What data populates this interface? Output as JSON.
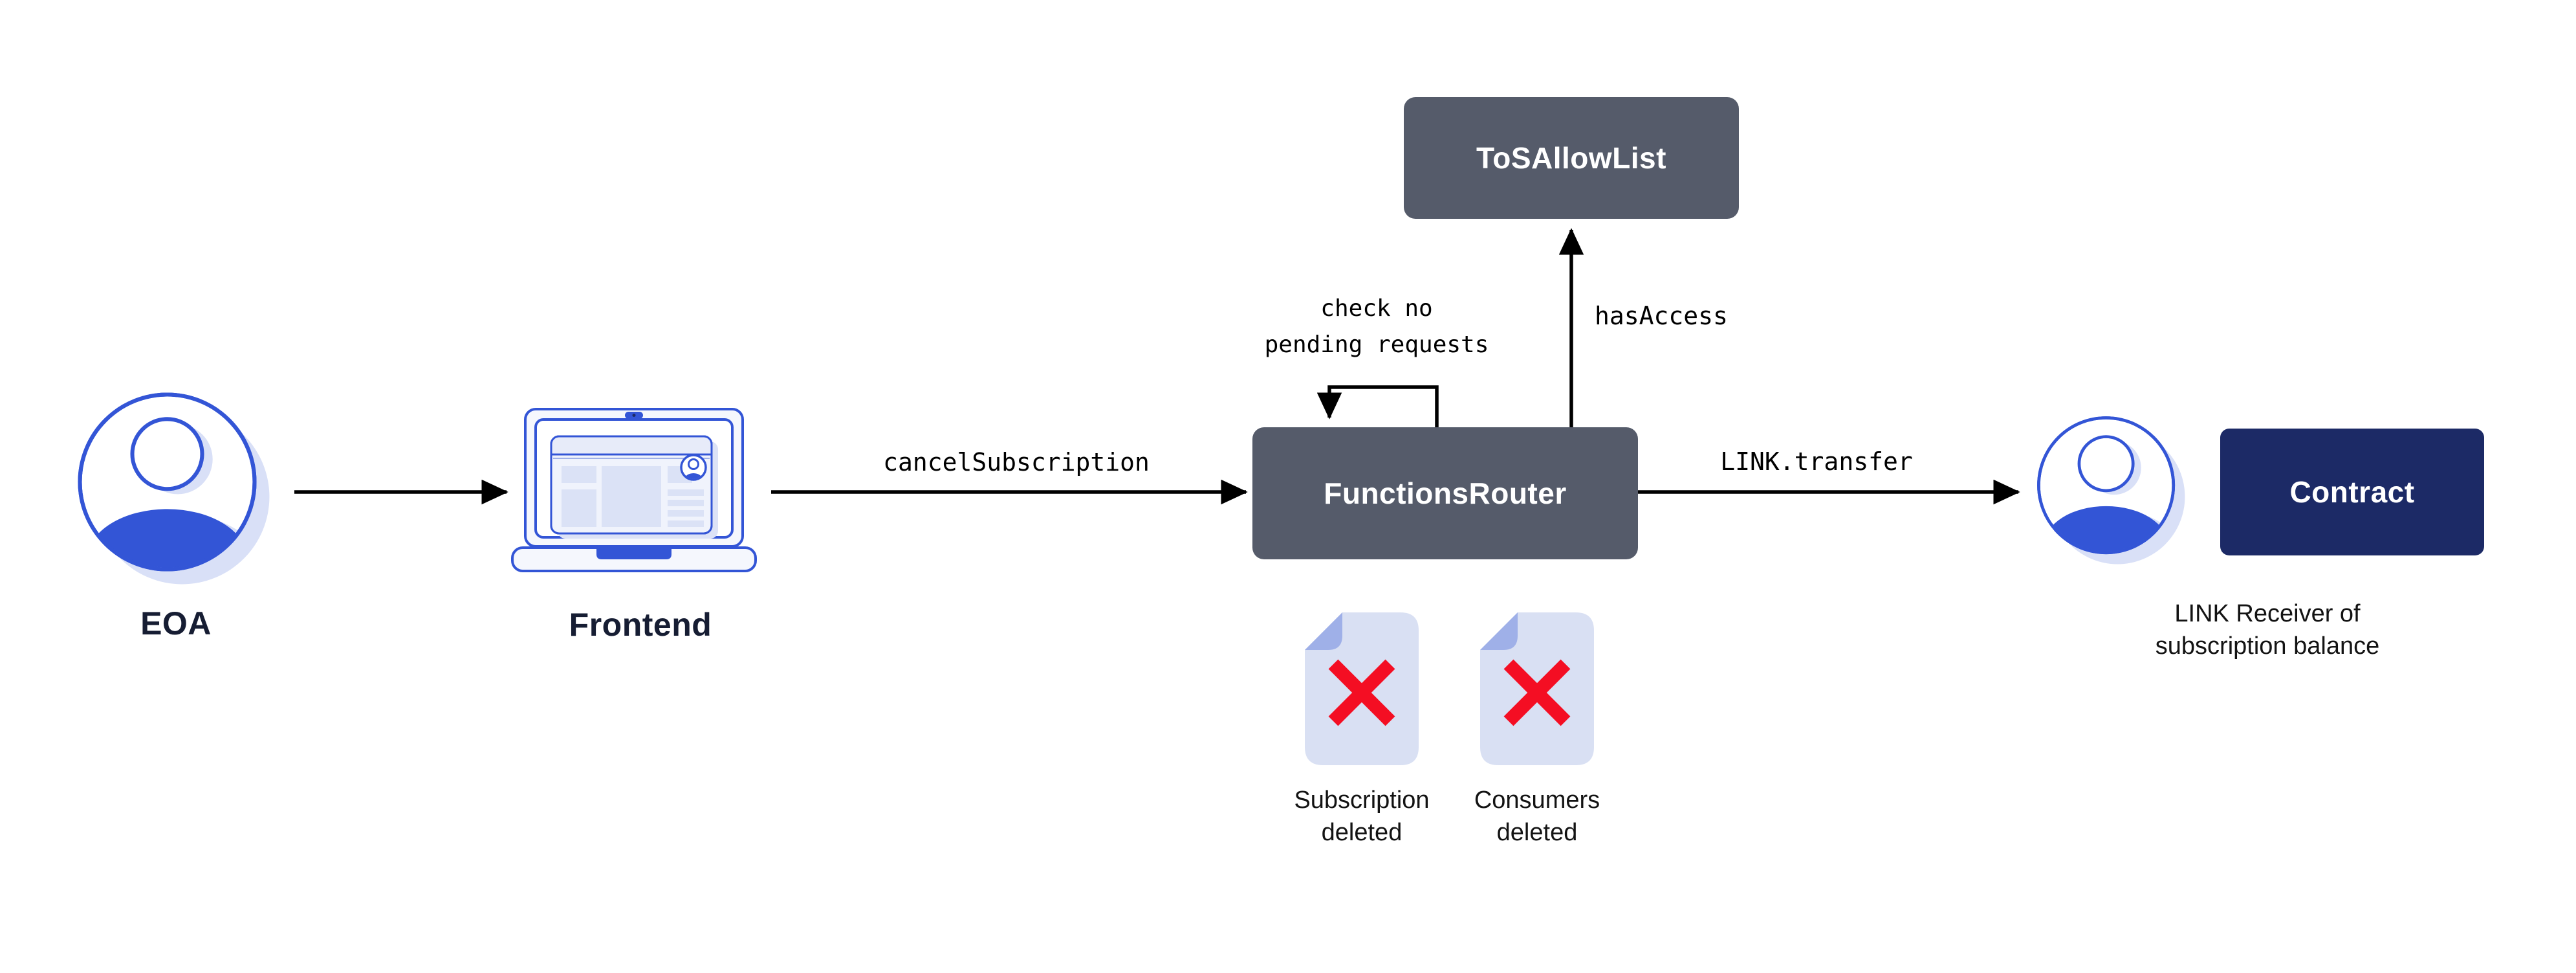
{
  "diagram": {
    "nodes": {
      "eoa": {
        "label": "EOA",
        "icon": "person-icon"
      },
      "frontend": {
        "label": "Frontend",
        "icon": "laptop-icon"
      },
      "functions_router": {
        "label": "FunctionsRouter"
      },
      "tos_allow_list": {
        "label": "ToSAllowList"
      },
      "contract": {
        "label": "Contract"
      },
      "link_receiver": {
        "icon": "person-icon",
        "caption_lines": [
          "LINK Receiver of",
          "subscription balance"
        ]
      },
      "subscription_doc": {
        "icon": "deleted-document-icon",
        "caption_lines": [
          "Subscription",
          "deleted"
        ]
      },
      "consumers_doc": {
        "icon": "deleted-document-icon",
        "caption_lines": [
          "Consumers",
          "deleted"
        ]
      }
    },
    "edges": {
      "frontend_to_router": {
        "label": "cancelSubscription"
      },
      "router_self_loop": {
        "label_lines": [
          "check no",
          "pending requests"
        ]
      },
      "router_to_tos": {
        "label": "hasAccess"
      },
      "router_to_receiver": {
        "label": "LINK.transfer"
      }
    },
    "colors": {
      "box_gray": "#555B6A",
      "box_navy": "#1C2A66",
      "icon_blue": "#3355D6",
      "icon_shadow": "#D9E0F7",
      "doc_body": "#D9E0F3",
      "doc_fold": "#9FB0E8",
      "delete_red": "#F40E23",
      "heading_text": "#161D33",
      "box_label_text": "#FFFFFF",
      "caption_text": "#131313",
      "code_text": "#000000",
      "arrow": "#000000"
    }
  }
}
